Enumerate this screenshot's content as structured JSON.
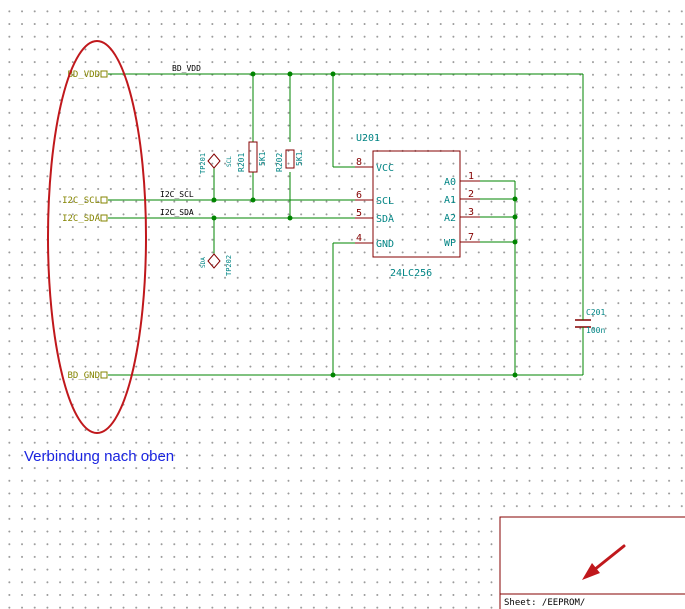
{
  "global_labels": {
    "vdd": "BD_VDD",
    "scl": "I2C_SCL",
    "sda": "I2C_SDA",
    "gnd": "BD_GND"
  },
  "net_labels": {
    "vdd": "BD_VDD",
    "scl": "I2C_SCL",
    "sda": "I2C_SDA"
  },
  "ic": {
    "ref": "U201",
    "value": "24LC256",
    "pins": [
      {
        "num": "8",
        "name": "VCC"
      },
      {
        "num": "6",
        "name": "SCL"
      },
      {
        "num": "5",
        "name": "SDA"
      },
      {
        "num": "4",
        "name": "GND"
      },
      {
        "num": "1",
        "name": "A0"
      },
      {
        "num": "2",
        "name": "A1"
      },
      {
        "num": "3",
        "name": "A2"
      },
      {
        "num": "7",
        "name": "WP"
      }
    ]
  },
  "resistors": [
    {
      "ref": "R201",
      "value": "5K1"
    },
    {
      "ref": "R202",
      "value": "5K1"
    }
  ],
  "testpoints": [
    {
      "ref": "TP201",
      "value": "SCL"
    },
    {
      "ref": "TP202",
      "value": "SDA"
    }
  ],
  "capacitor": {
    "ref": "C201",
    "value": "100n"
  },
  "annotation": {
    "text": "Verbindung nach oben"
  },
  "title_block": {
    "sheet": "Sheet: /EEPROM/"
  },
  "colors": {
    "wire": "#008400",
    "component": "#840000",
    "reference": "#008484",
    "global_label": "#848400",
    "highlight_ellipse": "#c0181c",
    "annotation_text": "#1a24e0"
  }
}
